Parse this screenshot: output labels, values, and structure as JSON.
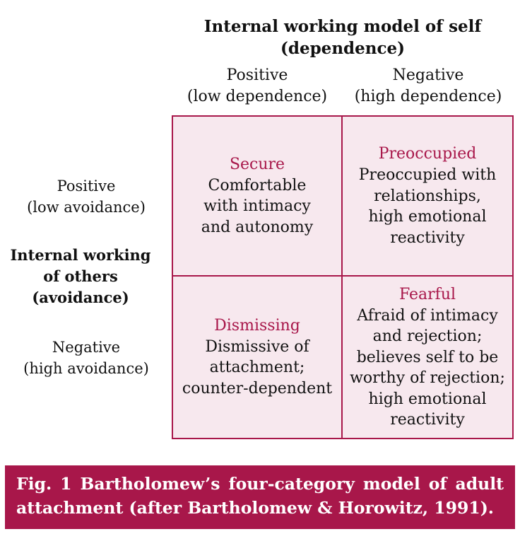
{
  "self_axis": {
    "title_line1": "Internal working model of self",
    "title_line2": "(dependence)",
    "positive": "Positive",
    "positive_sub": "(low dependence)",
    "negative": "Negative",
    "negative_sub": "(high dependence)"
  },
  "others_axis": {
    "title_line1": "Internal working",
    "title_line2": "of others",
    "title_line3": "(avoidance)",
    "positive": "Positive",
    "positive_sub": "(low avoidance)",
    "negative": "Negative",
    "negative_sub": "(high avoidance)"
  },
  "cells": {
    "secure": {
      "title": "Secure",
      "lines": [
        "Comfortable",
        "with intimacy",
        "and autonomy"
      ]
    },
    "preoccupied": {
      "title": "Preoccupied",
      "lines": [
        "Preoccupied with",
        "relationships,",
        "high emotional",
        "reactivity"
      ]
    },
    "dismissing": {
      "title": "Dismissing",
      "lines": [
        "Dismissive of",
        "attachment;",
        "counter-dependent"
      ]
    },
    "fearful": {
      "title": "Fearful",
      "lines": [
        "Afraid of intimacy",
        "and rejection;",
        "believes self to be",
        "worthy of rejection;",
        "high emotional",
        "reactivity"
      ]
    }
  },
  "caption": {
    "line1": "Fig. 1 Bartholomew’s four-category model of adult",
    "line2": "attachment (after Bartholomew & Horowitz, 1991)."
  },
  "colors": {
    "accent": "#a8174a",
    "cell_fill": "#f7e8ee",
    "caption_text": "#ffffff"
  }
}
